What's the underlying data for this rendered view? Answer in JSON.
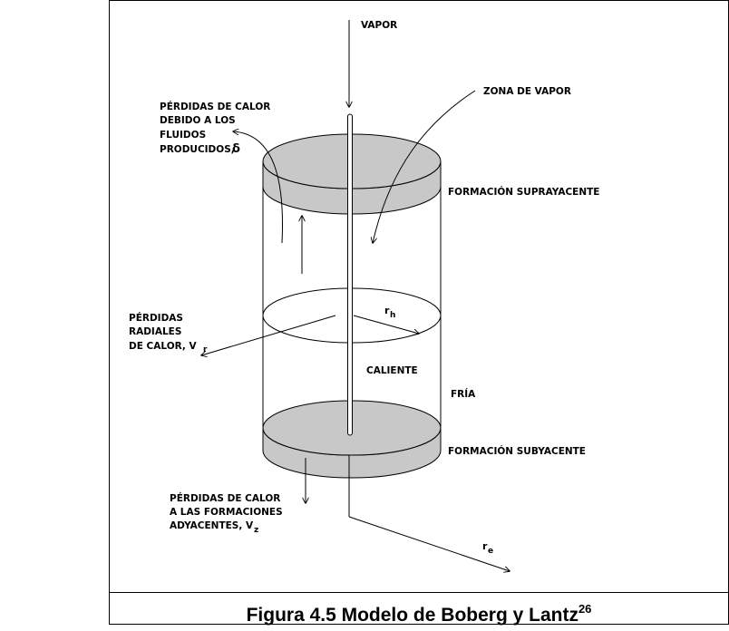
{
  "labels": {
    "vapor": "VAPOR",
    "zona_vapor": "ZONA DE VAPOR",
    "perdidas_fluidos": [
      "PÉRDIDAS DE CALOR",
      "DEBIDO A LOS",
      "FLUIDOS",
      "PRODUCIDOS,"
    ],
    "delta": "δ",
    "supra": "FORMACIÓN SUPRAYACENTE",
    "perdidas_radiales": [
      "PÉRDIDAS",
      "RADIALES",
      "DE CALOR, V"
    ],
    "vr_sub": "r",
    "rh": "r",
    "rh_sub": "h",
    "caliente": "CALIENTE",
    "fria": "FRÍA",
    "sub": "FORMACIÓN SUBYACENTE",
    "perdidas_adyacentes": [
      "PÉRDIDAS DE CALOR",
      "A LAS FORMACIONES",
      "ADYACENTES, V"
    ],
    "vz_sub": "z",
    "re": "r",
    "re_sub": "e"
  },
  "caption": {
    "text": "Figura 4.5 Modelo de Boberg y Lantz",
    "sup": "26"
  },
  "colors": {
    "disk_fill": "#c8c8c8",
    "line": "#000000"
  }
}
